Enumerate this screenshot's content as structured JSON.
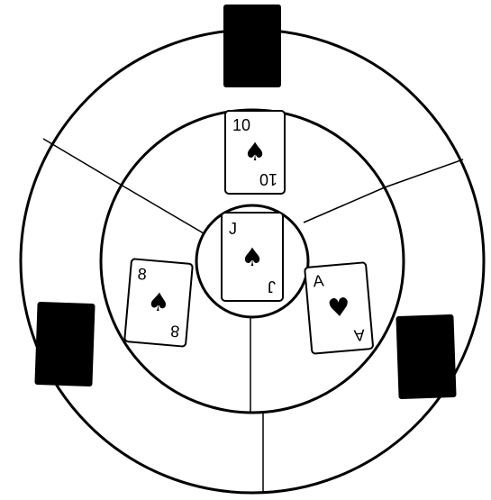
{
  "board": {
    "colors": {
      "line": "#000000",
      "background": "#ffffff",
      "card_face": "#ffffff",
      "suit_ink": "#000000"
    },
    "zones": [
      "top-trick",
      "center-trick",
      "left-trick",
      "right-trick"
    ]
  },
  "played_cards": {
    "top": {
      "rank": "10",
      "suit": "spade",
      "suit_glyph": "♠"
    },
    "center": {
      "rank": "J",
      "suit": "spade",
      "suit_glyph": "♠"
    },
    "left": {
      "rank": "8",
      "suit": "spade",
      "suit_glyph": "♠"
    },
    "right": {
      "rank": "A",
      "suit": "heart",
      "suit_glyph": "♥"
    }
  },
  "hands": {
    "top": {
      "card_back": "ornate-card-back"
    },
    "left": {
      "card_back": "ornate-card-back"
    },
    "right": {
      "card_back": "ornate-card-back"
    }
  }
}
